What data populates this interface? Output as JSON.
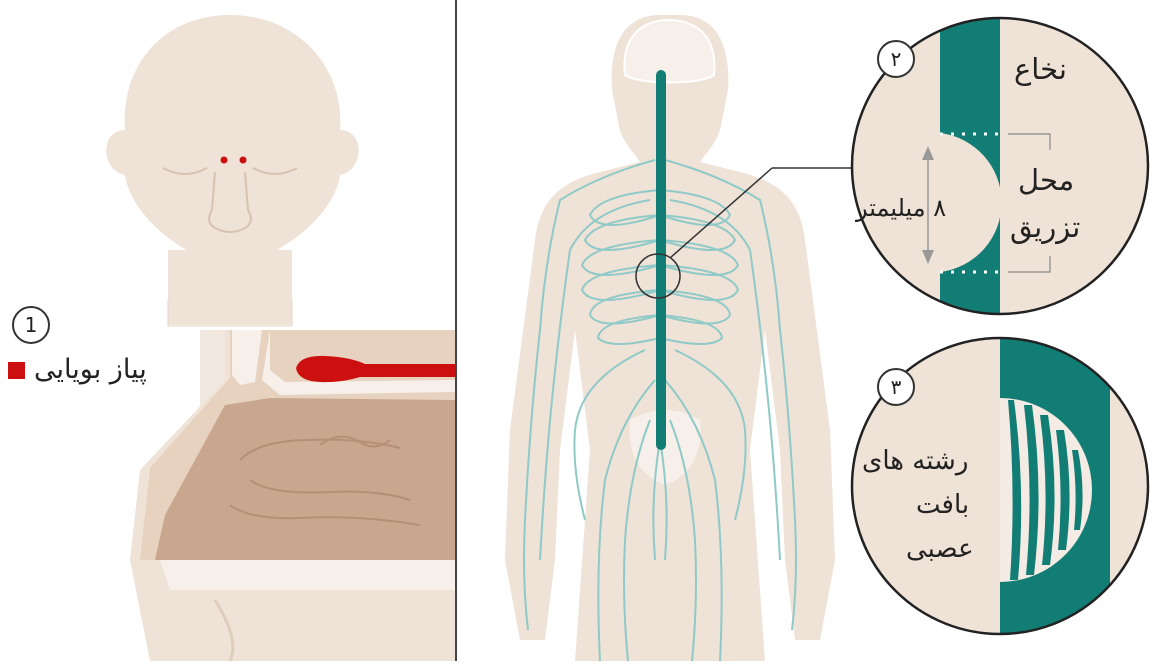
{
  "panel1": {
    "marker": "1",
    "label": "پیاز بویایی"
  },
  "panel2": {
    "marker": "۲",
    "spinal_cord": "نخاع",
    "injection_site_1": "محل",
    "injection_site_2": "تزریق",
    "distance": "۸ میلیمتر"
  },
  "panel3": {
    "marker": "۳",
    "line1": "رشته های",
    "line2": "بافت",
    "line3": "عصبی"
  },
  "colors": {
    "skin": "#efe2d6",
    "skin_shadow": "#e6d3c3",
    "teal": "#127d75",
    "teal_light": "#8fcac8",
    "red": "#cc1010",
    "turbinate": "#c9a68e",
    "divider": "#444444"
  }
}
